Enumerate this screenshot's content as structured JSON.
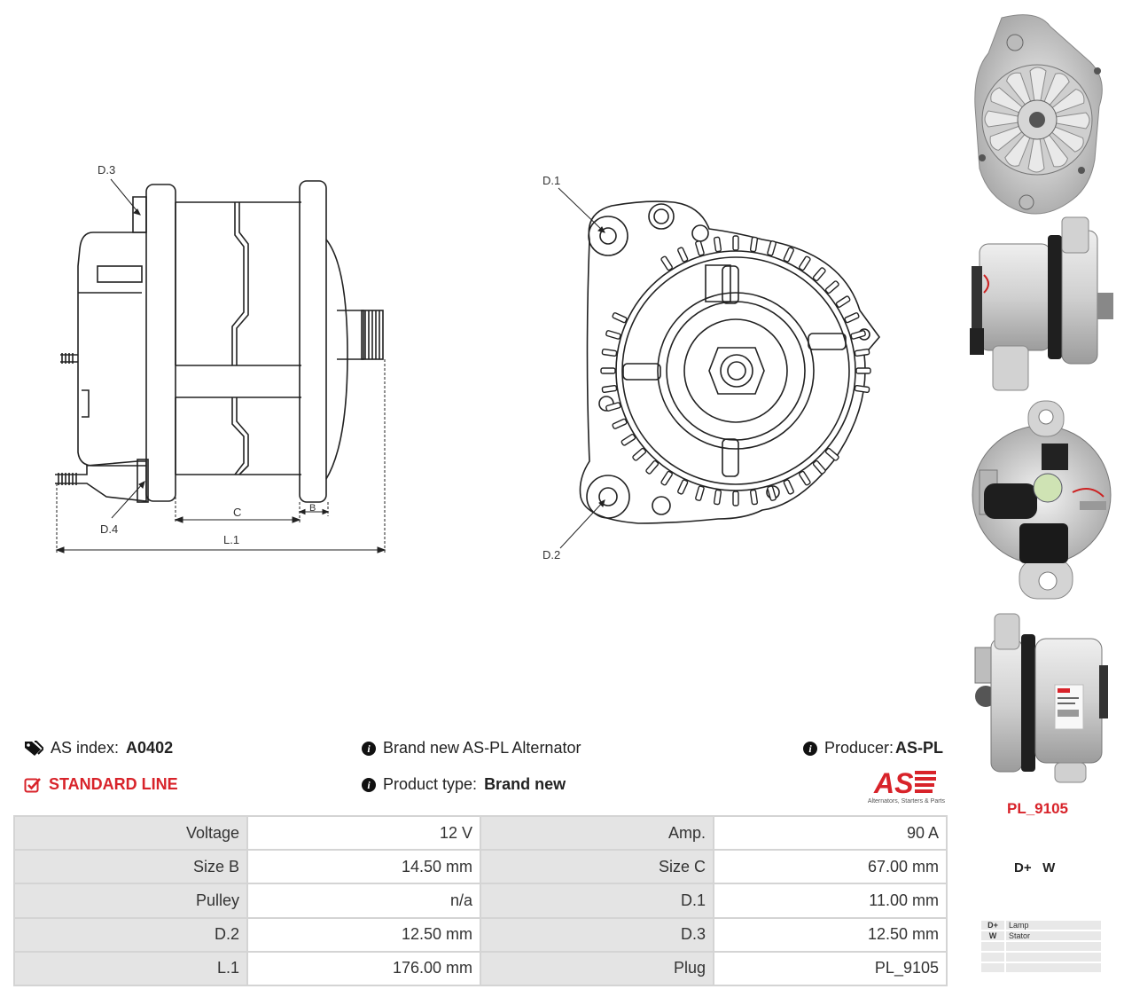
{
  "drawing": {
    "side_labels": {
      "d3": "D.3",
      "d4": "D.4",
      "c": "C",
      "b": "B",
      "l1": "L.1"
    },
    "front_labels": {
      "d1": "D.1",
      "d2": "D.2"
    }
  },
  "info": {
    "as_index_label": "AS index:",
    "as_index_value": "A0402",
    "line": "STANDARD LINE",
    "brand_new": "Brand new AS-PL Alternator",
    "product_type_label": "Product type:",
    "product_type_value": "Brand new",
    "producer_label": "Producer:",
    "producer_value": "AS-PL"
  },
  "logo": {
    "text": "AS",
    "tagline": "Alternators, Starters & Parts"
  },
  "specs": [
    [
      {
        "label": "Voltage",
        "value": "12 V"
      },
      {
        "label": "Amp.",
        "value": "90 A"
      }
    ],
    [
      {
        "label": "Size B",
        "value": "14.50 mm"
      },
      {
        "label": "Size C",
        "value": "67.00 mm"
      }
    ],
    [
      {
        "label": "Pulley",
        "value": "n/a"
      },
      {
        "label": "D.1",
        "value": "11.00 mm"
      }
    ],
    [
      {
        "label": "D.2",
        "value": "12.50 mm"
      },
      {
        "label": "D.3",
        "value": "12.50 mm"
      }
    ],
    [
      {
        "label": "L.1",
        "value": "176.00 mm"
      },
      {
        "label": "Plug",
        "value": "PL_9105"
      }
    ]
  ],
  "plug": {
    "code": "PL_9105",
    "terminals": "D+   W",
    "legend": [
      {
        "key": "D+",
        "desc": "Lamp"
      },
      {
        "key": "W",
        "desc": "Stator"
      },
      {
        "key": "",
        "desc": ""
      },
      {
        "key": "",
        "desc": ""
      },
      {
        "key": "",
        "desc": ""
      }
    ]
  },
  "colors": {
    "accent_red": "#d8232a",
    "table_label_bg": "#e4e4e4",
    "table_border": "#d4d4d4"
  }
}
